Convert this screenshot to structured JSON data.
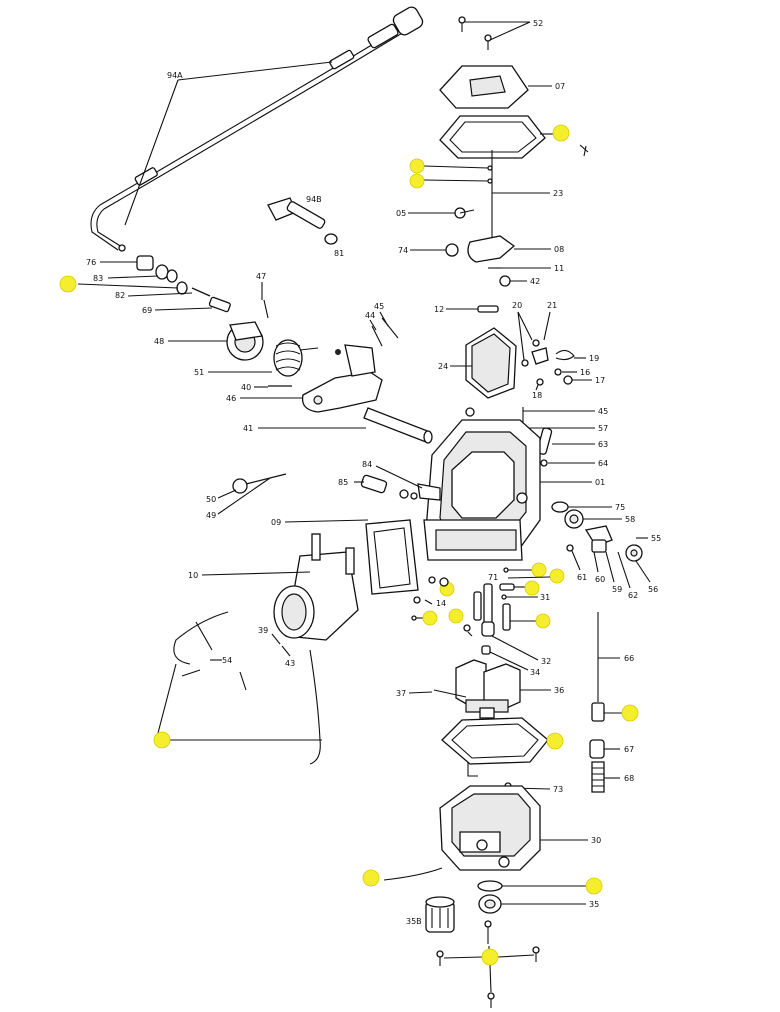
{
  "labels": {
    "l94a": "94A",
    "l76": "76",
    "l83": "83",
    "l82": "82",
    "l69": "69",
    "l48": "48",
    "l47": "47",
    "l51": "51",
    "l40": "40",
    "l46": "46",
    "l41": "41",
    "l45a": "45",
    "l44": "44",
    "l94b": "94B",
    "l81": "81",
    "l52": "52",
    "l07": "07",
    "l23": "23",
    "l05": "05",
    "l08": "08",
    "l74": "74",
    "l11": "11",
    "l42": "42",
    "l12": "12",
    "l20": "20",
    "l21": "21",
    "l19": "19",
    "l16": "16",
    "l17": "17",
    "l18": "18",
    "l24": "24",
    "l45b": "45",
    "l57": "57",
    "l63": "63",
    "l64": "64",
    "l01": "01",
    "l75": "75",
    "l58": "58",
    "l55": "55",
    "l61": "61",
    "l60": "60",
    "l59": "59",
    "l62": "62",
    "l56": "56",
    "l84": "84",
    "l85": "85",
    "l50": "50",
    "l49": "49",
    "l09": "09",
    "l10": "10",
    "l39": "39",
    "l43": "43",
    "l54": "54",
    "l14": "14",
    "l71": "71",
    "l31": "31",
    "l32": "32",
    "l34": "34",
    "l66": "66",
    "l37": "37",
    "l36": "36",
    "l67": "67",
    "l68": "68",
    "l73": "73",
    "l30": "30",
    "l35": "35",
    "l35b": "35B"
  },
  "highlighted": {
    "h1": "",
    "h2": "",
    "h3": "",
    "h4": "",
    "h5": "",
    "h6": "",
    "h7": "",
    "h8": "",
    "h9": "",
    "h10": "",
    "h11": "",
    "h12": "",
    "h13": "",
    "h14": "",
    "h15": "",
    "h16": "",
    "h17": "",
    "h18": ""
  },
  "colors": {
    "highlight": "#f4ee2e",
    "line": "#111111"
  }
}
